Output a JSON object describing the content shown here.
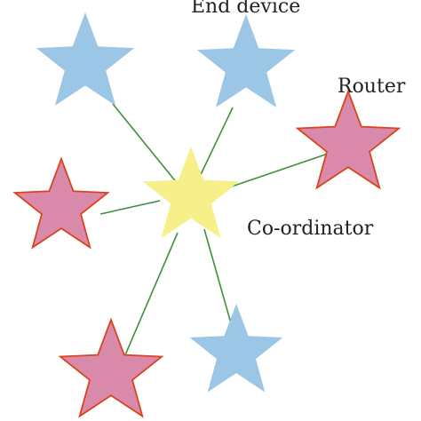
{
  "labels": {
    "end_device": "End device",
    "router": "Router",
    "coordinator": "Co-ordinator"
  },
  "colors": {
    "end_device_fill": "#9cc6e6",
    "router_fill": "#d98aab",
    "router_stroke": "#d9441c",
    "coordinator_fill": "#f7f08a",
    "link": "#3f8f3a"
  },
  "nodes": [
    {
      "name": "coordinator-star",
      "role": "coordinator"
    },
    {
      "name": "end-device-star-top-left",
      "role": "end_device"
    },
    {
      "name": "end-device-star-top-right",
      "role": "end_device"
    },
    {
      "name": "router-star-right",
      "role": "router"
    },
    {
      "name": "router-star-left",
      "role": "router"
    },
    {
      "name": "router-star-bottom-left",
      "role": "router"
    },
    {
      "name": "end-device-star-bottom-right",
      "role": "end_device"
    }
  ]
}
